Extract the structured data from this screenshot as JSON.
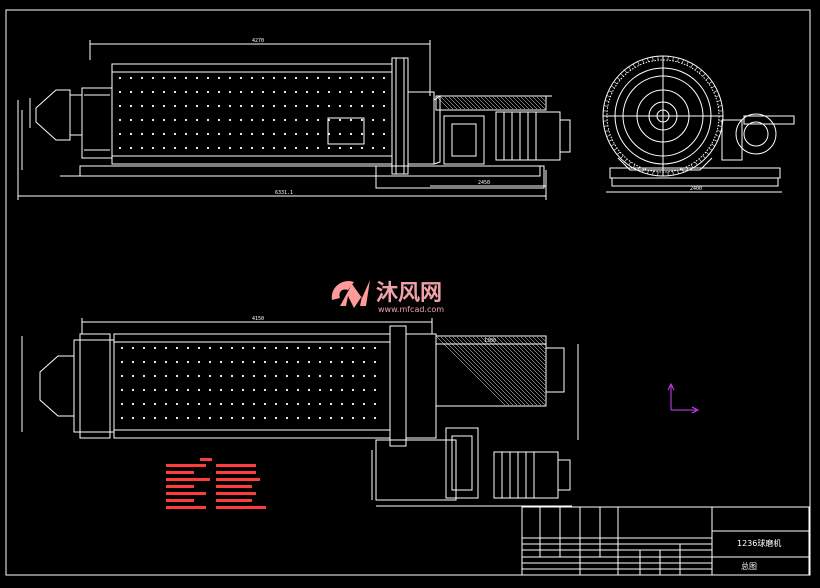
{
  "drawing": {
    "colors": {
      "background": "#000000",
      "line": "#ffffff",
      "note": "#ff3b3b",
      "axis": "#d040ff",
      "watermark_logo": "#ff9a9a",
      "watermark_text": "#f0a0a8"
    },
    "watermark": {
      "brand": "沐风网",
      "url": "www.mfcad.com",
      "icon": "mf-logo-icon"
    },
    "title_block": {
      "drawing_name": "1236球磨机",
      "drawing_type": "总图"
    },
    "dimensions": {
      "top_overall": "6331.1",
      "top_shell": "4270",
      "top_motor": "2450",
      "side_base": "2400",
      "bottom_shell": "4150",
      "bottom_motor": "1300"
    },
    "axis_icon": "ucs-axis-icon"
  }
}
